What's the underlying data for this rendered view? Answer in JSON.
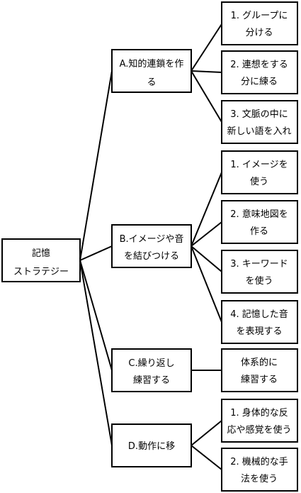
{
  "root": {
    "lines": [
      "記憶",
      "ストラテジー"
    ]
  },
  "branches": [
    {
      "lines": [
        "A.知的連鎖を作",
        "る"
      ],
      "children": [
        {
          "lines": [
            "1. グループに",
            "分ける"
          ]
        },
        {
          "lines": [
            "2. 連想をする",
            "分に練る"
          ]
        },
        {
          "lines": [
            "3. 文脈の中に",
            "新しい語を入れ"
          ]
        }
      ]
    },
    {
      "lines": [
        "B.イメージや音",
        "を結びつける"
      ],
      "children": [
        {
          "lines": [
            "1. イメージを",
            "使う"
          ]
        },
        {
          "lines": [
            "2. 意味地図を",
            "作る"
          ]
        },
        {
          "lines": [
            "3. キーワード",
            "を使う"
          ]
        },
        {
          "lines": [
            "4. 記憶した音",
            "を表現する"
          ]
        }
      ]
    },
    {
      "lines": [
        "C.繰り返し",
        "練習する"
      ],
      "children": [
        {
          "lines": [
            "体系的に",
            "練習する"
          ]
        }
      ]
    },
    {
      "lines": [
        "D.動作に移"
      ],
      "children": [
        {
          "lines": [
            "1. 身体的な反",
            "応や感覚を使う"
          ]
        },
        {
          "lines": [
            "2. 機械的な手",
            "法を使う"
          ]
        }
      ]
    }
  ],
  "colors": {
    "stroke": "#000000",
    "fill": "#ffffff",
    "text": "#000000"
  }
}
